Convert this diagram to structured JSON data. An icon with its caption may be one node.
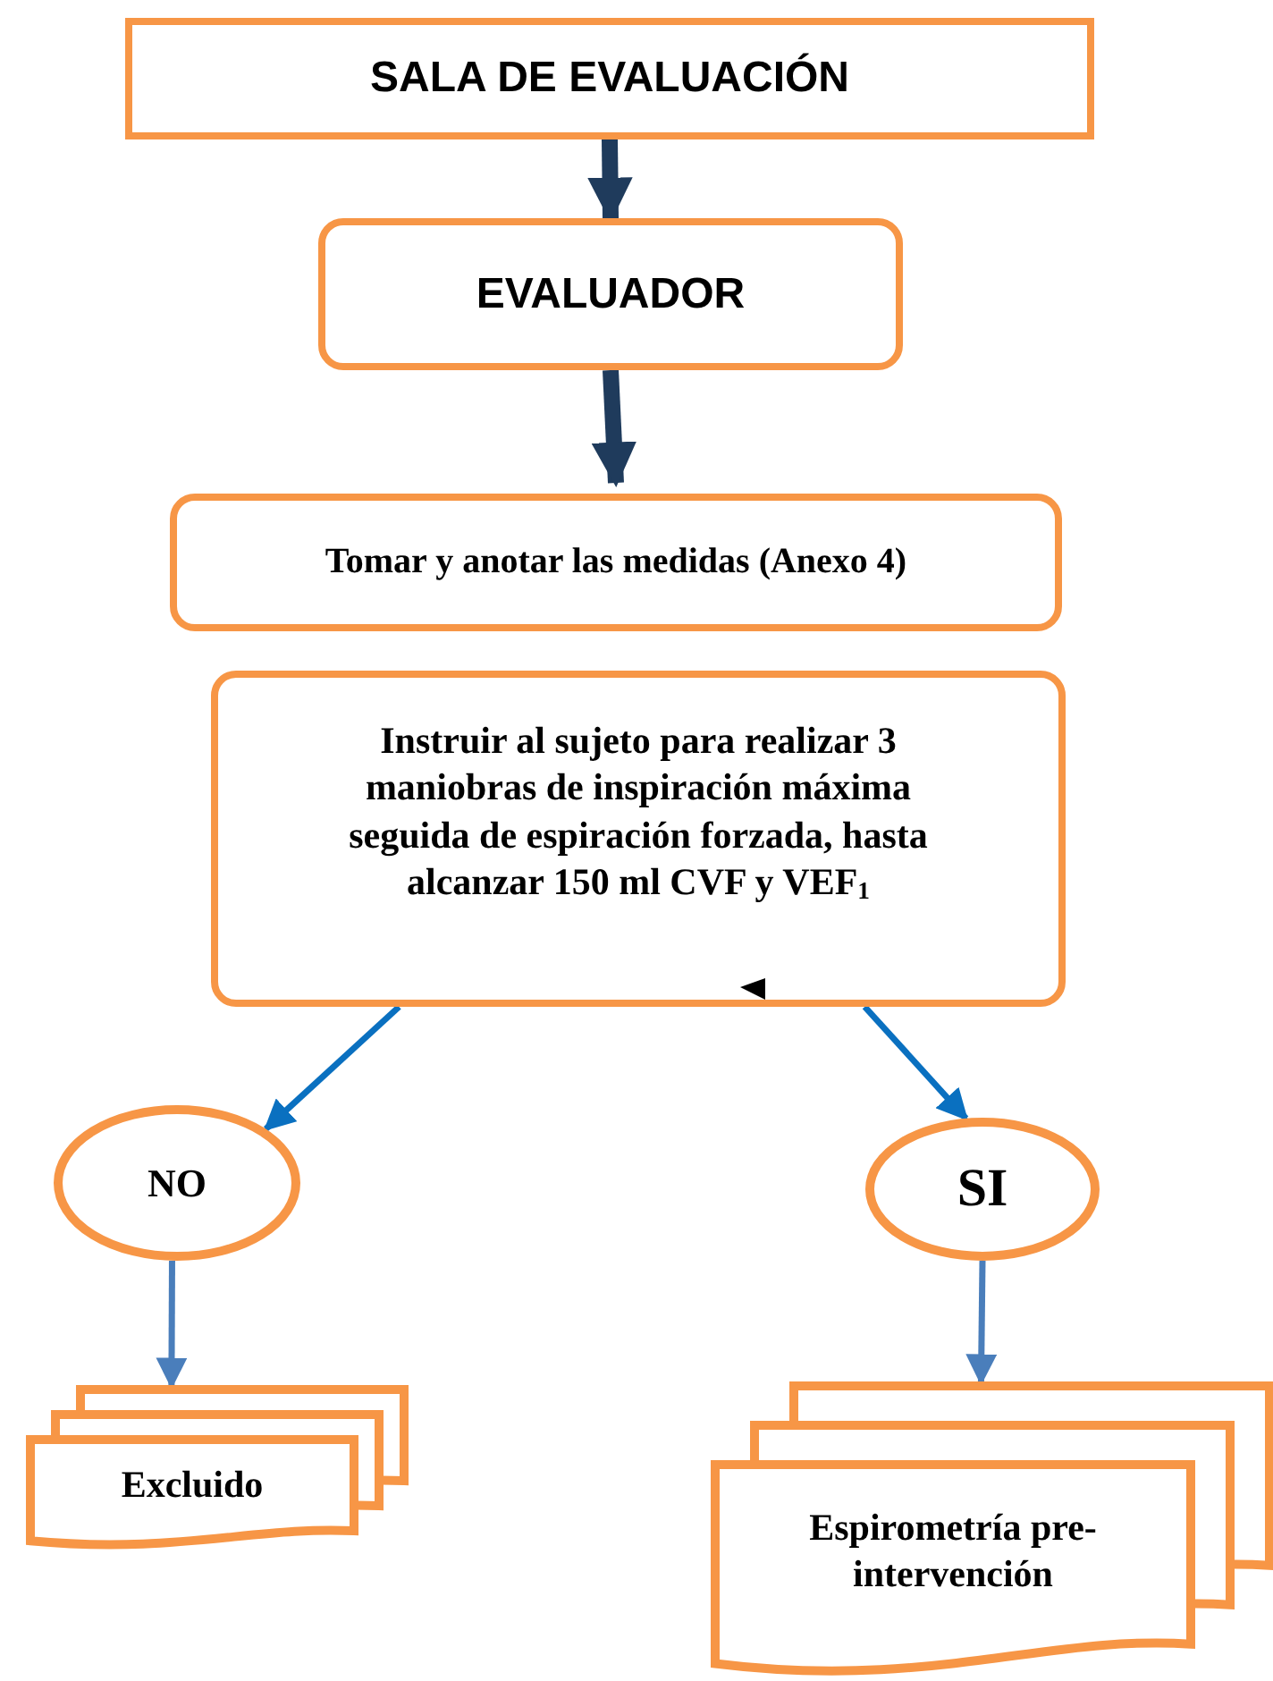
{
  "diagram": {
    "nodes": [
      {
        "text": [
          "SALA DE EVALUACIÓN"
        ]
      },
      {
        "text": [
          "EVALUADOR"
        ]
      },
      {
        "text": [
          "Tomar y anotar las medidas (Anexo 4)"
        ]
      },
      {
        "text": [
          "Instruir al sujeto para realizar 3 maniobras de inspiración máxima seguida de espiración forzada, hasta alcanzar 150 ml CVF y VEF$_{1}$"
        ]
      },
      {
        "text": [
          "NO"
        ]
      },
      {
        "text": [
          "SI"
        ]
      },
      {
        "text": [
          "Excluido"
        ]
      },
      {
        "text": [
          "Espirometría pre-intervención"
        ]
      }
    ],
    "edges": [
      {
        "from": 0,
        "to": 1,
        "arrow": "to",
        "style": "thick",
        "color": "#1f3b5c"
      },
      {
        "from": 1,
        "to": 2,
        "arrow": "to",
        "style": "thick",
        "color": "#1f3b5c"
      },
      {
        "from": 3,
        "to": 4,
        "arrow": "to",
        "color": "#0a70c0"
      },
      {
        "from": 3,
        "to": 5,
        "arrow": "to",
        "color": "#0a70c0"
      },
      {
        "from": 4,
        "to": 6,
        "arrow": "to",
        "color": "#4a7ebb"
      },
      {
        "from": 5,
        "to": 7,
        "arrow": "to",
        "color": "#4a7ebb"
      }
    ]
  }
}
